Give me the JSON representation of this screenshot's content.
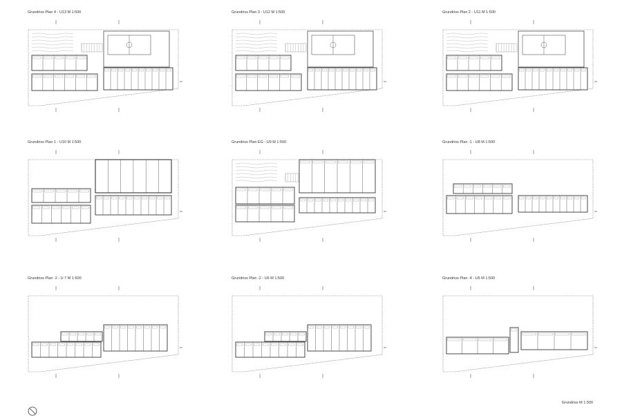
{
  "sheet_title": "Grundriss M 1:500",
  "panels": [
    {
      "title": "Grundriss Plan 4 - U13  M 1:500",
      "floor": "upper"
    },
    {
      "title": "Grundriss Plan 3 - U12  M 1:500",
      "floor": "upper"
    },
    {
      "title": "Grundriss Plan 2 - U11  M 1:500",
      "floor": "upper"
    },
    {
      "title": "Grundriss Plan 1 - U10  M 1:500",
      "floor": "hall"
    },
    {
      "title": "Grundriss Plan EG - U9  M 1:500",
      "floor": "ground"
    },
    {
      "title": "Grundriss Plan -1 - U8  M 1:500",
      "floor": "basement"
    },
    {
      "title": "Grundriss Plan -2 - U 7  M 1:500",
      "floor": "lower"
    },
    {
      "title": "Grundriss Plan -2 - U6  M 1:500",
      "floor": "lower"
    },
    {
      "title": "Grundriss Plan -4 - U5  M 1:500",
      "floor": "lowest"
    }
  ],
  "line_color": "#333333"
}
